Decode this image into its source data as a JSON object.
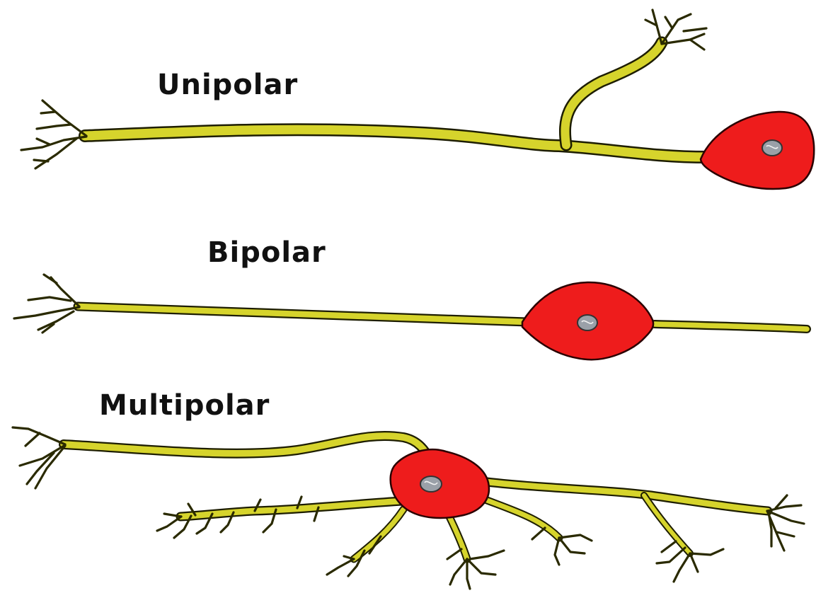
{
  "labels": {
    "unipolar": "Unipolar",
    "bipolar": "Bipolar",
    "multipolar": "Multipolar"
  },
  "colors": {
    "background": "#ffffff",
    "neurite": "#d6d42c",
    "soma": "#ee1c1c",
    "outline": "#1d1d00",
    "nucleus": "#9aa0a8",
    "text": "#111111"
  },
  "neurons": [
    {
      "type": "unipolar",
      "icon": "unipolar-neuron-icon"
    },
    {
      "type": "bipolar",
      "icon": "bipolar-neuron-icon"
    },
    {
      "type": "multipolar",
      "icon": "multipolar-neuron-icon"
    }
  ]
}
